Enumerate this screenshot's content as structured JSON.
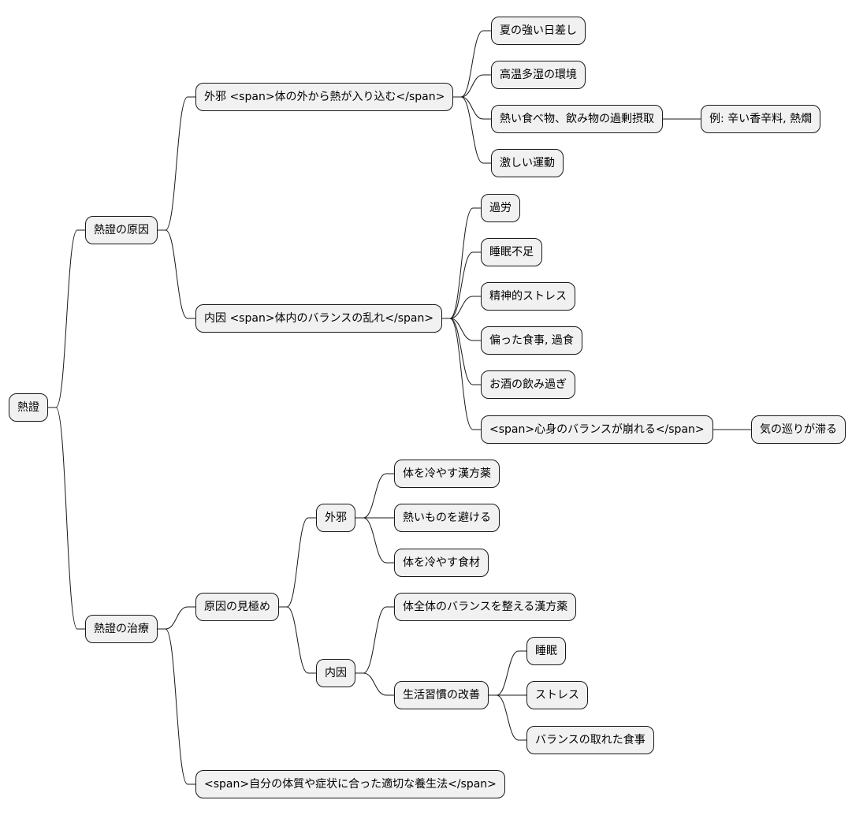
{
  "mindmap": {
    "root": "熱證",
    "causes": {
      "label": "熱證の原因",
      "external": {
        "label": "外邪 <span>体の外から熱が入り込む</span>",
        "items": [
          "夏の強い日差し",
          "高温多湿の環境",
          "熱い食べ物、飲み物の過剰摂取",
          "激しい運動"
        ],
        "example": "例: 辛い香辛料, 熱燗"
      },
      "internal": {
        "label": "内因 <span>体内のバランスの乱れ</span>",
        "items": [
          "過労",
          "睡眠不足",
          "精神的ストレス",
          "偏った食事, 過食",
          "お酒の飲み過ぎ",
          "<span>心身のバランスが崩れる</span>"
        ],
        "qi": "気の巡りが滞る"
      }
    },
    "treatment": {
      "label": "熱證の治療",
      "identify": {
        "label": "原因の見極め",
        "external": {
          "label": "外邪",
          "items": [
            "体を冷やす漢方薬",
            "熱いものを避ける",
            "体を冷やす食材"
          ]
        },
        "internal": {
          "label": "内因",
          "herbal": "体全体のバランスを整える漢方薬",
          "lifestyle": {
            "label": "生活習慣の改善",
            "items": [
              "睡眠",
              "ストレス",
              "バランスの取れた食事"
            ]
          }
        }
      },
      "regimen": "<span>自分の体質や症状に合った適切な養生法</span>"
    }
  }
}
